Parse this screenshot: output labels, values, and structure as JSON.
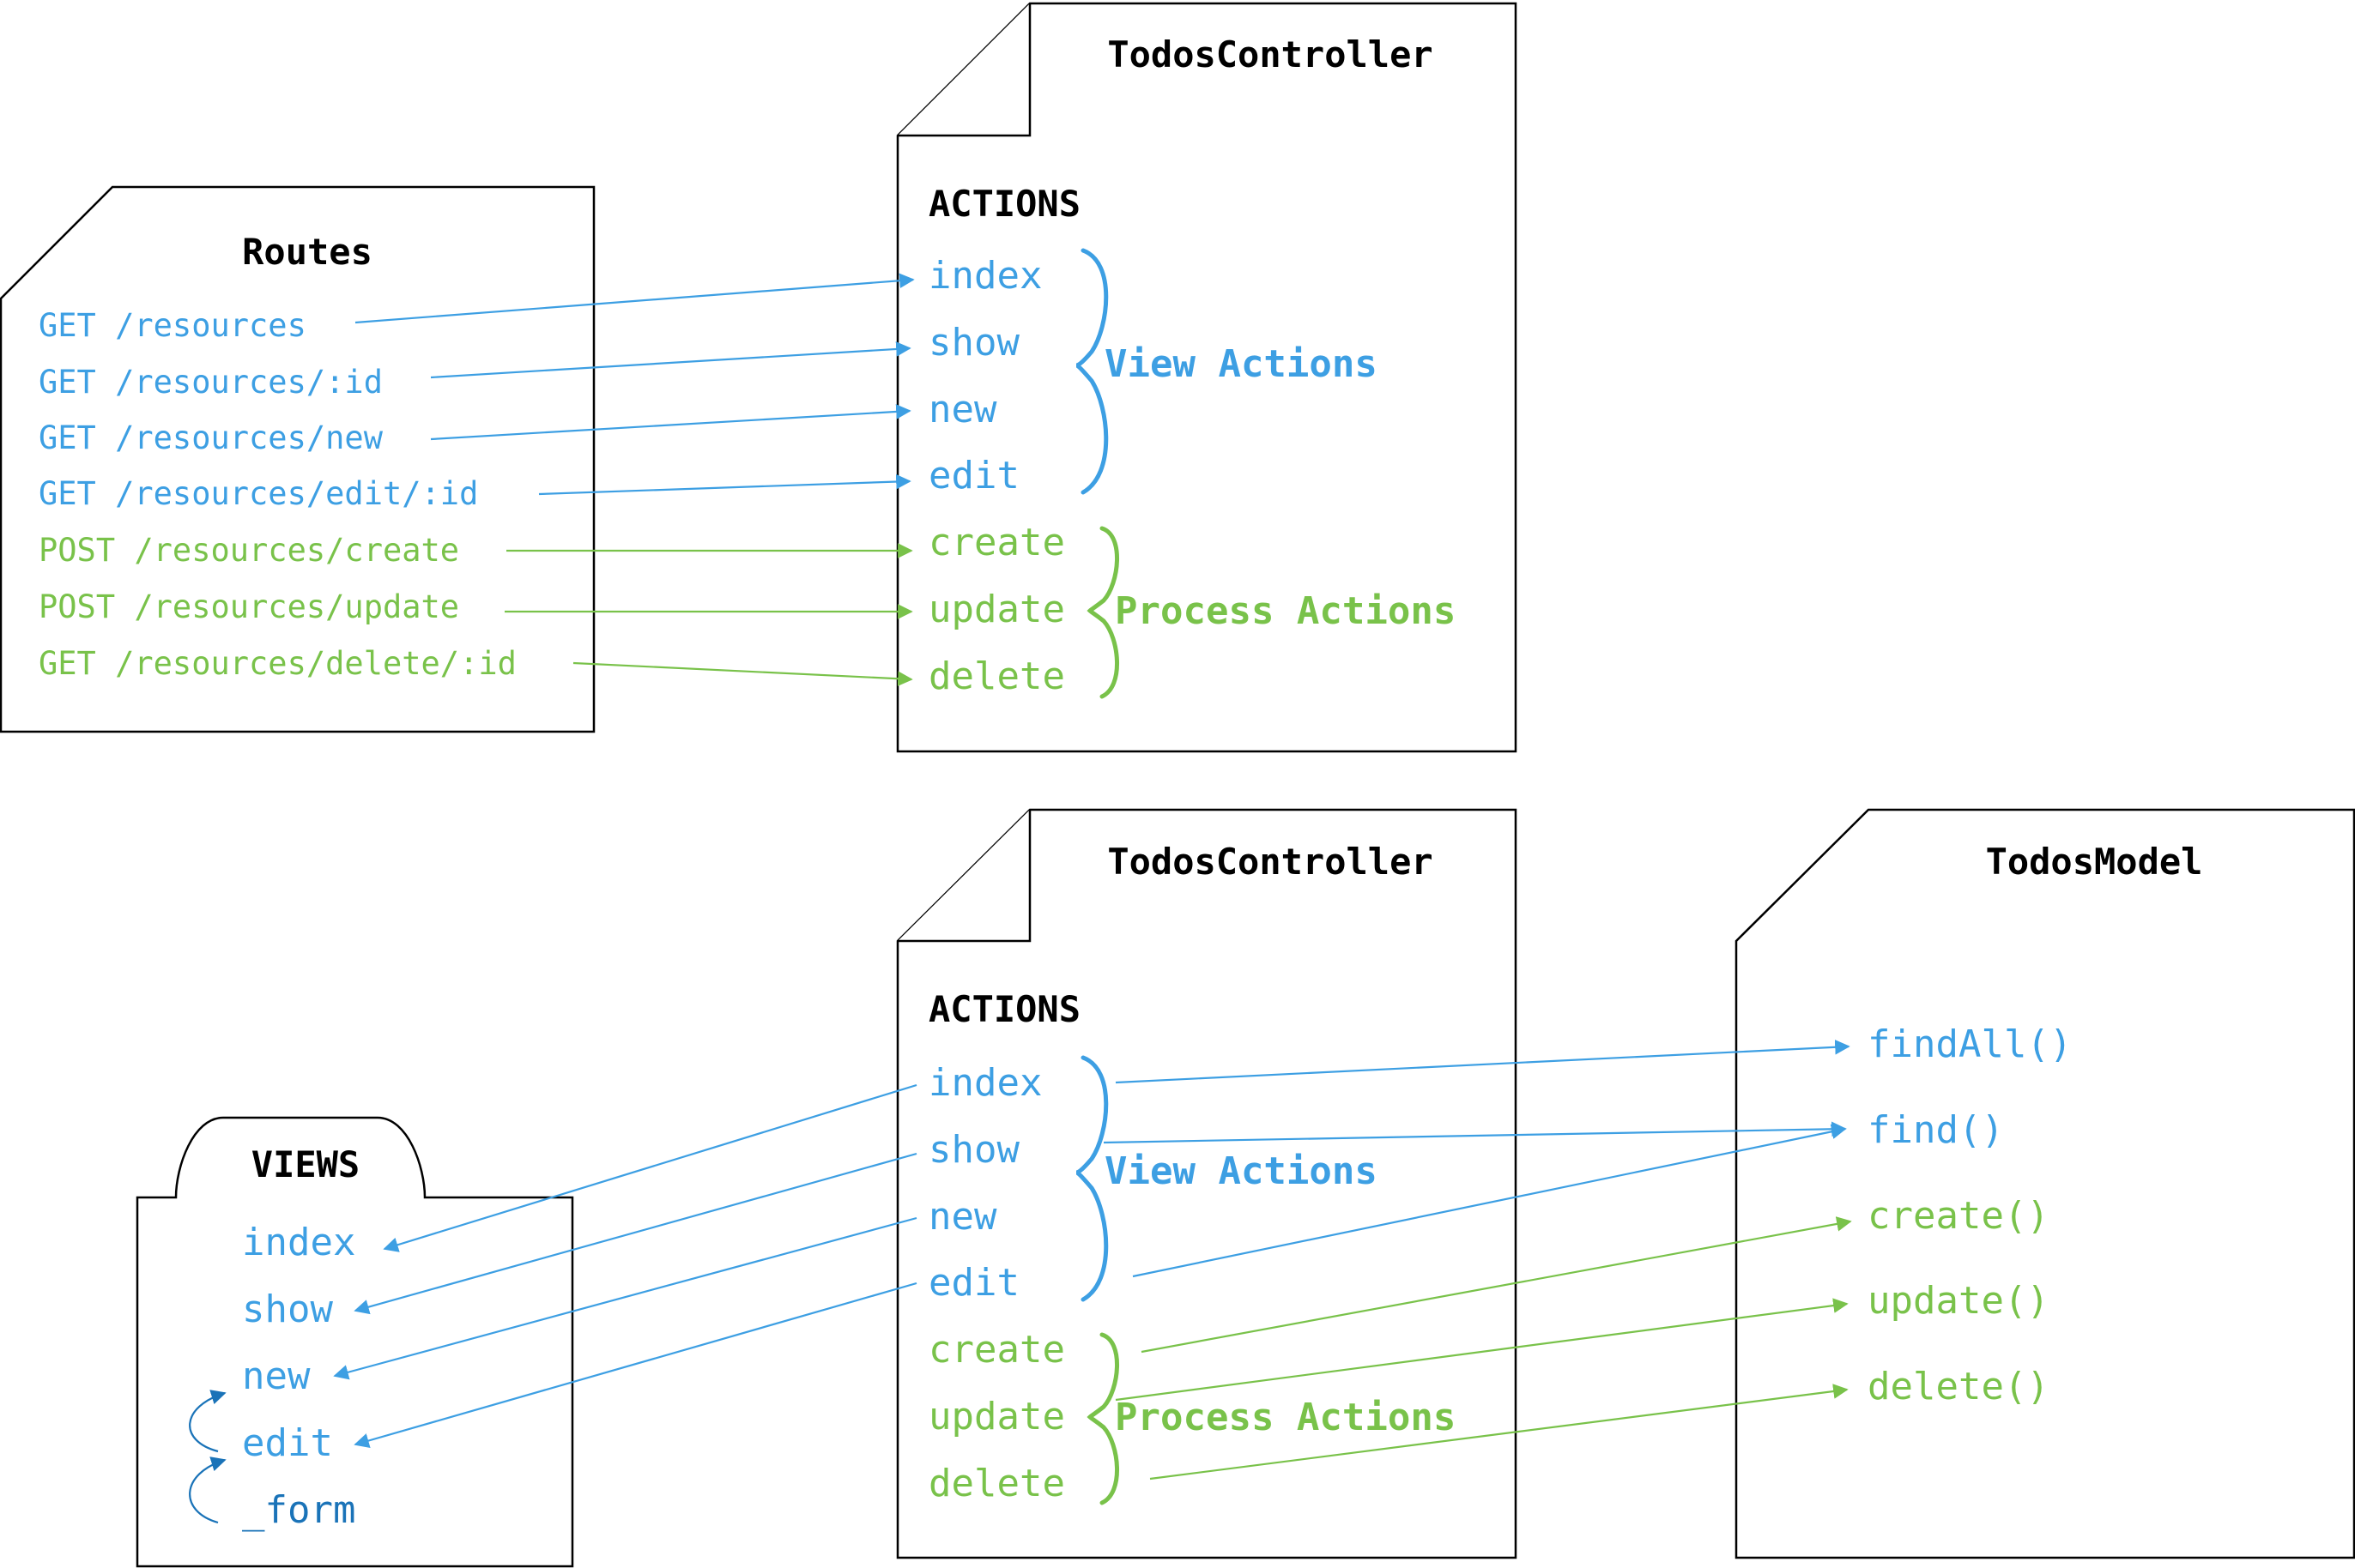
{
  "colors": {
    "view": "#3d9fe3",
    "process": "#79c24a",
    "form": "#1a73b8",
    "ink": "#000000"
  },
  "routes": {
    "title": "Routes",
    "items": [
      {
        "text": "GET /resources",
        "kind": "view"
      },
      {
        "text": "GET /resources/:id",
        "kind": "view"
      },
      {
        "text": "GET /resources/new",
        "kind": "view"
      },
      {
        "text": "GET /resources/edit/:id",
        "kind": "view"
      },
      {
        "text": "POST /resources/create",
        "kind": "process"
      },
      {
        "text": "POST /resources/update",
        "kind": "process"
      },
      {
        "text": "GET /resources/delete/:id",
        "kind": "process"
      }
    ]
  },
  "controller_top": {
    "title": "TodosController",
    "section": "ACTIONS",
    "actions": [
      "index",
      "show",
      "new",
      "edit",
      "create",
      "update",
      "delete"
    ],
    "view_group": "View Actions",
    "process_group": "Process Actions"
  },
  "controller_bottom": {
    "title": "TodosController",
    "section": "ACTIONS",
    "actions": [
      "index",
      "show",
      "new",
      "edit",
      "create",
      "update",
      "delete"
    ],
    "view_group": "View Actions",
    "process_group": "Process Actions"
  },
  "model": {
    "title": "TodosModel",
    "methods": [
      "findAll()",
      "find()",
      "create()",
      "update()",
      "delete()"
    ]
  },
  "views": {
    "title": "VIEWS",
    "items": [
      "index",
      "show",
      "new",
      "edit",
      "_form"
    ]
  }
}
